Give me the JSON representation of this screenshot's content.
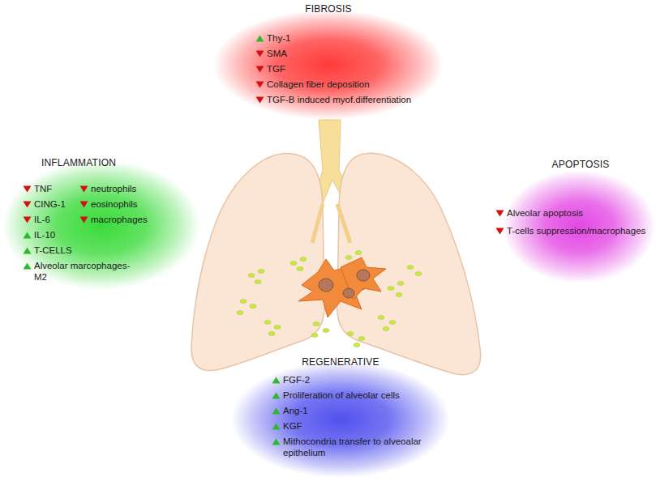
{
  "diagram": {
    "nodes": [
      {
        "text": [
          "FIBROSIS",
          "Thy-1",
          "SMA",
          "TGF",
          "Collagen fiber deposition",
          "TGF-B induced myof.differentiation"
        ]
      },
      {
        "text": [
          "INFLAMMATION",
          "TNF",
          "CING-1",
          "IL-6",
          "IL-10",
          "T-CELLS",
          "Alveolar marcophages- M2",
          "neutrophils",
          "eosinophils",
          "macrophages"
        ]
      },
      {
        "text": [
          "APOPTOSIS",
          "Alveolar apoptosis",
          "T-cells suppression/macrophages"
        ]
      },
      {
        "text": [
          "REGENERATIVE",
          "FGF-2",
          "Proliferation of alveolar cells",
          "Ang-1",
          "KGF",
          "Mithocondria transfer to alveoalar epithelium"
        ]
      }
    ]
  }
}
